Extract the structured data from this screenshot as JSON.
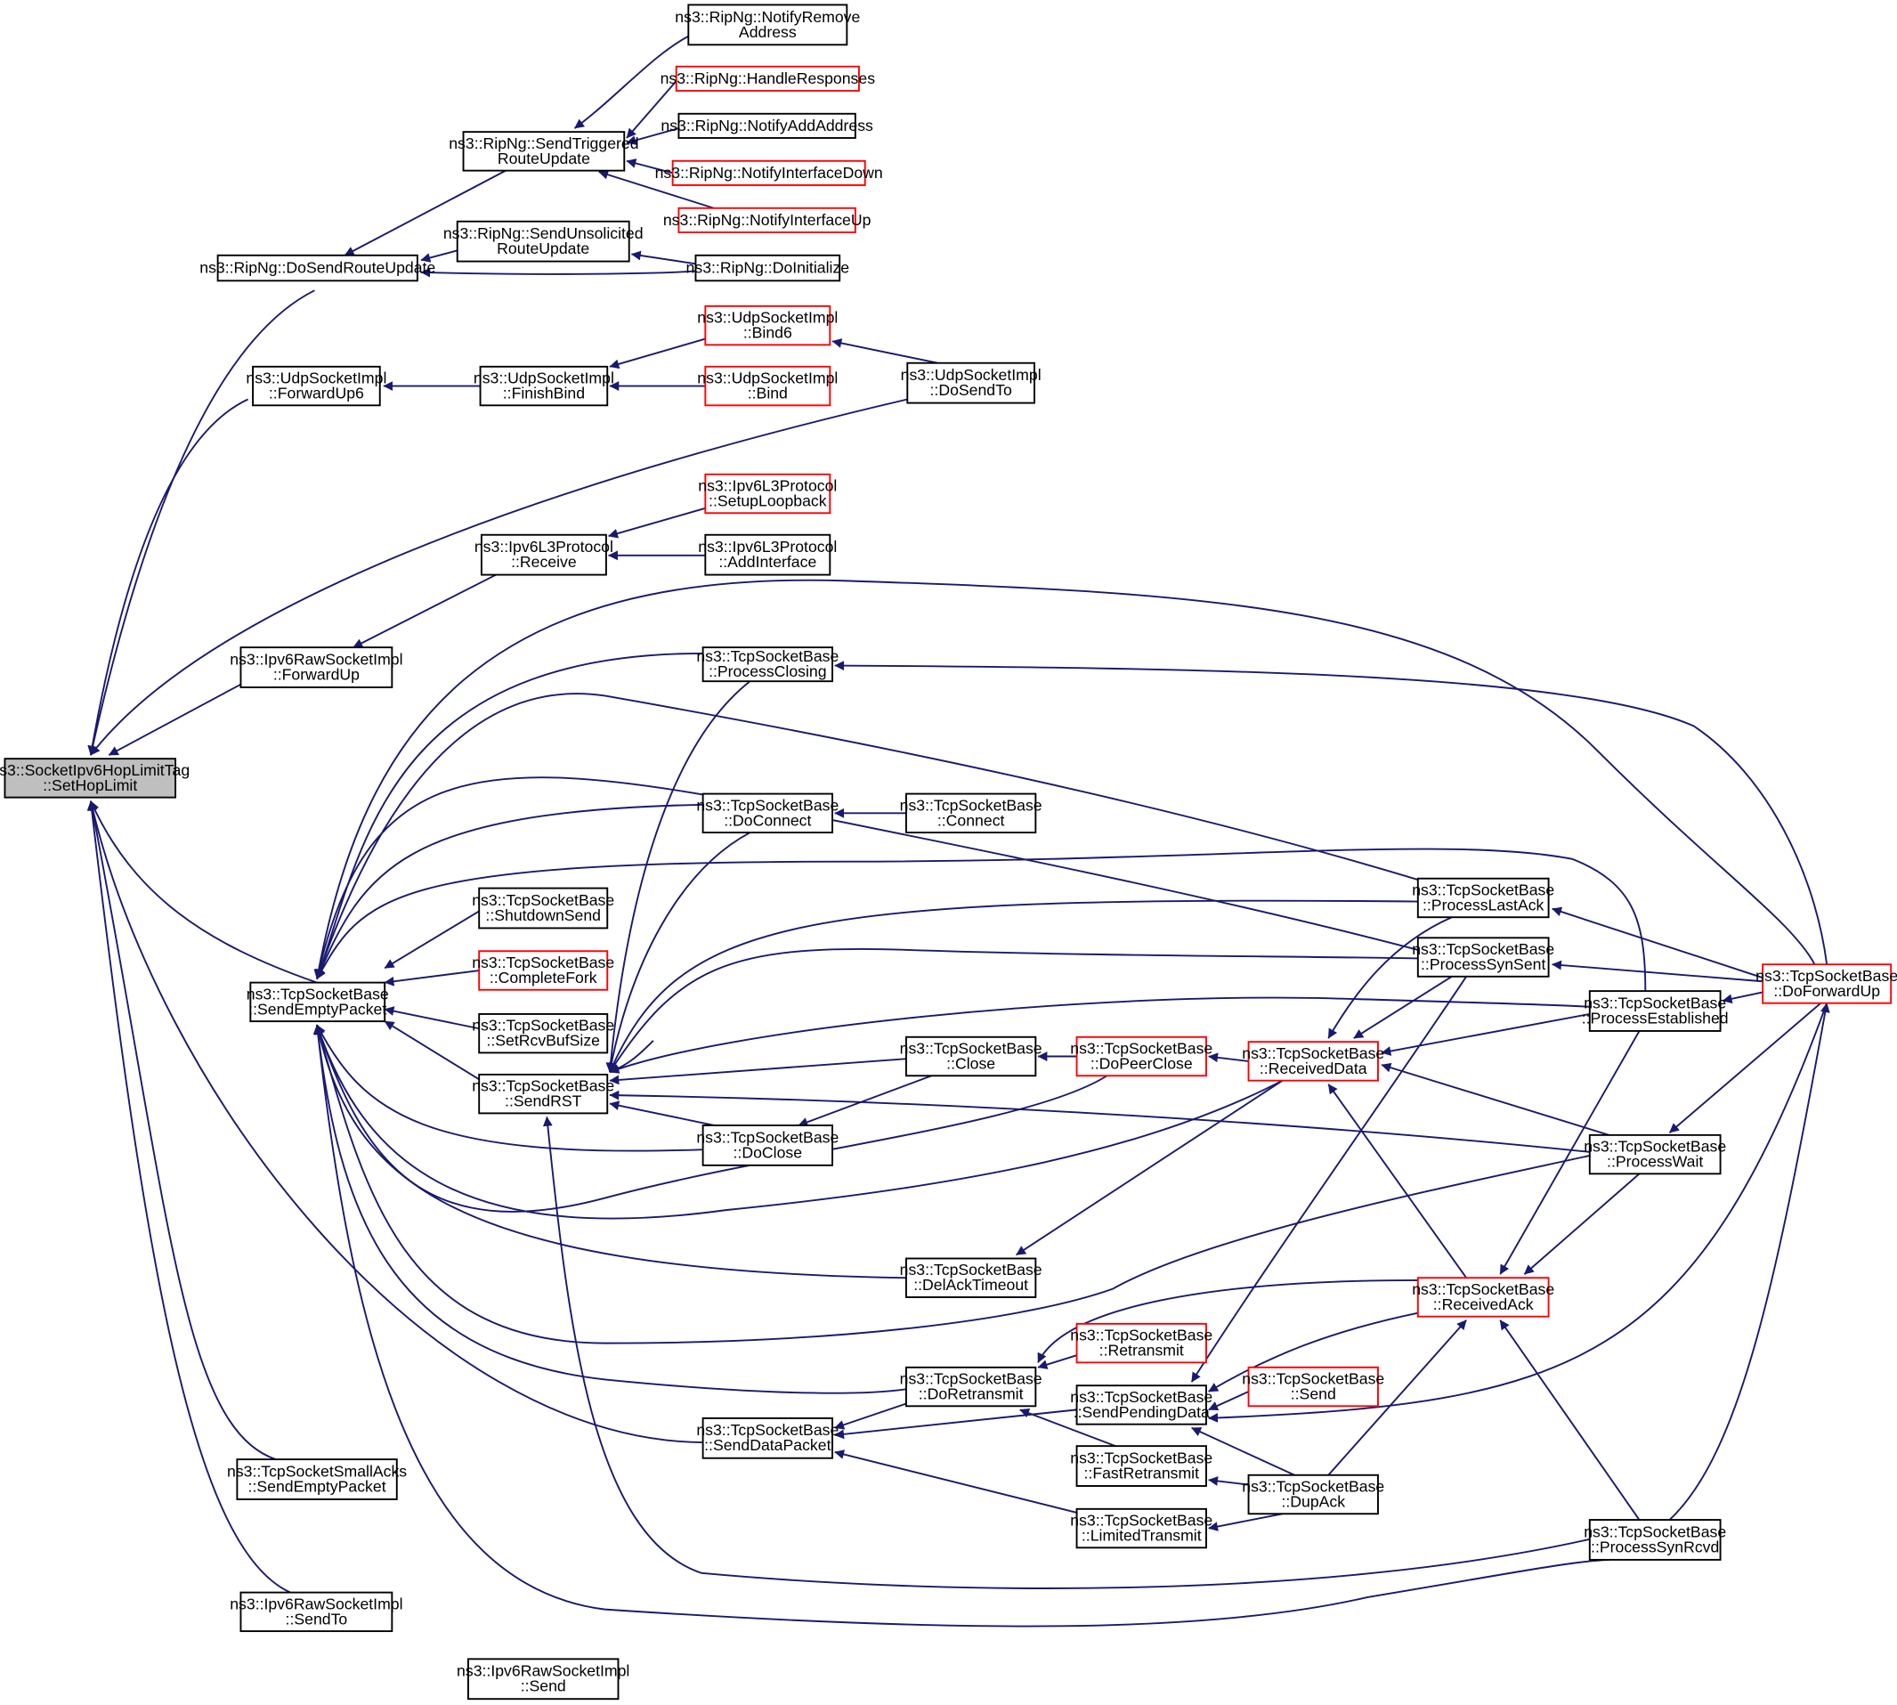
{
  "diagram": {
    "colors": {
      "edge": "#191970",
      "node_border": "#000000",
      "truncated_border": "#ff0000",
      "root_fill": "#bfbfbf"
    },
    "nodes": [
      {
        "id": "root",
        "lines": [
          "ns3::SocketIpv6HopLimitTag",
          "::SetHopLimit"
        ],
        "style": "root"
      },
      {
        "id": "dosendroute",
        "lines": [
          "ns3::RipNg::DoSendRouteUpdate"
        ]
      },
      {
        "id": "sendtrig",
        "lines": [
          "ns3::RipNg::SendTriggered",
          "RouteUpdate"
        ]
      },
      {
        "id": "notifyremove",
        "lines": [
          "ns3::RipNg::NotifyRemove",
          "Address"
        ]
      },
      {
        "id": "handleresp",
        "lines": [
          "ns3::RipNg::HandleResponses"
        ],
        "style": "red"
      },
      {
        "id": "notifyadd",
        "lines": [
          "ns3::RipNg::NotifyAddAddress"
        ]
      },
      {
        "id": "notifydown",
        "lines": [
          "ns3::RipNg::NotifyInterfaceDown"
        ],
        "style": "red"
      },
      {
        "id": "notifyup",
        "lines": [
          "ns3::RipNg::NotifyInterfaceUp"
        ],
        "style": "red"
      },
      {
        "id": "sendunsol",
        "lines": [
          "ns3::RipNg::SendUnsolicited",
          "RouteUpdate"
        ]
      },
      {
        "id": "doinit",
        "lines": [
          "ns3::RipNg::DoInitialize"
        ]
      },
      {
        "id": "fwdup6",
        "lines": [
          "ns3::UdpSocketImpl",
          "::ForwardUp6"
        ]
      },
      {
        "id": "finishbind",
        "lines": [
          "ns3::UdpSocketImpl",
          "::FinishBind"
        ]
      },
      {
        "id": "bind6",
        "lines": [
          "ns3::UdpSocketImpl",
          "::Bind6"
        ],
        "style": "red"
      },
      {
        "id": "bind",
        "lines": [
          "ns3::UdpSocketImpl",
          "::Bind"
        ],
        "style": "red"
      },
      {
        "id": "dosendto",
        "lines": [
          "ns3::UdpSocketImpl",
          "::DoSendTo"
        ]
      },
      {
        "id": "ipv6recv",
        "lines": [
          "ns3::Ipv6L3Protocol",
          "::Receive"
        ]
      },
      {
        "id": "setuploop",
        "lines": [
          "ns3::Ipv6L3Protocol",
          "::SetupLoopback"
        ],
        "style": "red"
      },
      {
        "id": "addiface",
        "lines": [
          "ns3::Ipv6L3Protocol",
          "::AddInterface"
        ]
      },
      {
        "id": "rawfwdup",
        "lines": [
          "ns3::Ipv6RawSocketImpl",
          "::ForwardUp"
        ]
      },
      {
        "id": "procclosing",
        "lines": [
          "ns3::TcpSocketBase",
          "::ProcessClosing"
        ]
      },
      {
        "id": "doconnect",
        "lines": [
          "ns3::TcpSocketBase",
          "::DoConnect"
        ]
      },
      {
        "id": "connect",
        "lines": [
          "ns3::TcpSocketBase",
          "::Connect"
        ]
      },
      {
        "id": "shutdownsend",
        "lines": [
          "ns3::TcpSocketBase",
          "::ShutdownSend"
        ]
      },
      {
        "id": "completefork",
        "lines": [
          "ns3::TcpSocketBase",
          "::CompleteFork"
        ],
        "style": "red"
      },
      {
        "id": "setrcvbuf",
        "lines": [
          "ns3::TcpSocketBase",
          "::SetRcvBufSize"
        ]
      },
      {
        "id": "sendempty",
        "lines": [
          "ns3::TcpSocketBase",
          "::SendEmptyPacket"
        ]
      },
      {
        "id": "sendrst",
        "lines": [
          "ns3::TcpSocketBase",
          "::SendRST"
        ]
      },
      {
        "id": "close",
        "lines": [
          "ns3::TcpSocketBase",
          "::Close"
        ]
      },
      {
        "id": "dopeerclose",
        "lines": [
          "ns3::TcpSocketBase",
          "::DoPeerClose"
        ],
        "style": "red"
      },
      {
        "id": "receiveddata",
        "lines": [
          "ns3::TcpSocketBase",
          "::ReceivedData"
        ],
        "style": "red"
      },
      {
        "id": "doclose",
        "lines": [
          "ns3::TcpSocketBase",
          "::DoClose"
        ]
      },
      {
        "id": "proclastack",
        "lines": [
          "ns3::TcpSocketBase",
          "::ProcessLastAck"
        ]
      },
      {
        "id": "procsynsent",
        "lines": [
          "ns3::TcpSocketBase",
          "::ProcessSynSent"
        ]
      },
      {
        "id": "procestab",
        "lines": [
          "ns3::TcpSocketBase",
          "::ProcessEstablished"
        ]
      },
      {
        "id": "doforwardup",
        "lines": [
          "ns3::TcpSocketBase",
          "::DoForwardUp"
        ],
        "style": "red"
      },
      {
        "id": "procwait",
        "lines": [
          "ns3::TcpSocketBase",
          "::ProcessWait"
        ]
      },
      {
        "id": "delacktimeout",
        "lines": [
          "ns3::TcpSocketBase",
          "::DelAckTimeout"
        ]
      },
      {
        "id": "receivedack",
        "lines": [
          "ns3::TcpSocketBase",
          "::ReceivedAck"
        ],
        "style": "red"
      },
      {
        "id": "retransmit",
        "lines": [
          "ns3::TcpSocketBase",
          "::Retransmit"
        ],
        "style": "red"
      },
      {
        "id": "doretransmit",
        "lines": [
          "ns3::TcpSocketBase",
          "::DoRetransmit"
        ]
      },
      {
        "id": "sendpending",
        "lines": [
          "ns3::TcpSocketBase",
          "::SendPendingData"
        ]
      },
      {
        "id": "send",
        "lines": [
          "ns3::TcpSocketBase",
          "::Send"
        ],
        "style": "red"
      },
      {
        "id": "senddata",
        "lines": [
          "ns3::TcpSocketBase",
          "::SendDataPacket"
        ]
      },
      {
        "id": "fastretrans",
        "lines": [
          "ns3::TcpSocketBase",
          "::FastRetransmit"
        ]
      },
      {
        "id": "dupack",
        "lines": [
          "ns3::TcpSocketBase",
          "::DupAck"
        ]
      },
      {
        "id": "limitedtrans",
        "lines": [
          "ns3::TcpSocketBase",
          "::LimitedTransmit"
        ]
      },
      {
        "id": "procsynrcvd",
        "lines": [
          "ns3::TcpSocketBase",
          "::ProcessSynRcvd"
        ]
      },
      {
        "id": "smallacks",
        "lines": [
          "ns3::TcpSocketSmallAcks",
          "::SendEmptyPacket"
        ]
      },
      {
        "id": "rawsendto",
        "lines": [
          "ns3::Ipv6RawSocketImpl",
          "::SendTo"
        ]
      },
      {
        "id": "rawsend",
        "lines": [
          "ns3::Ipv6RawSocketImpl",
          "::Send"
        ]
      }
    ]
  }
}
